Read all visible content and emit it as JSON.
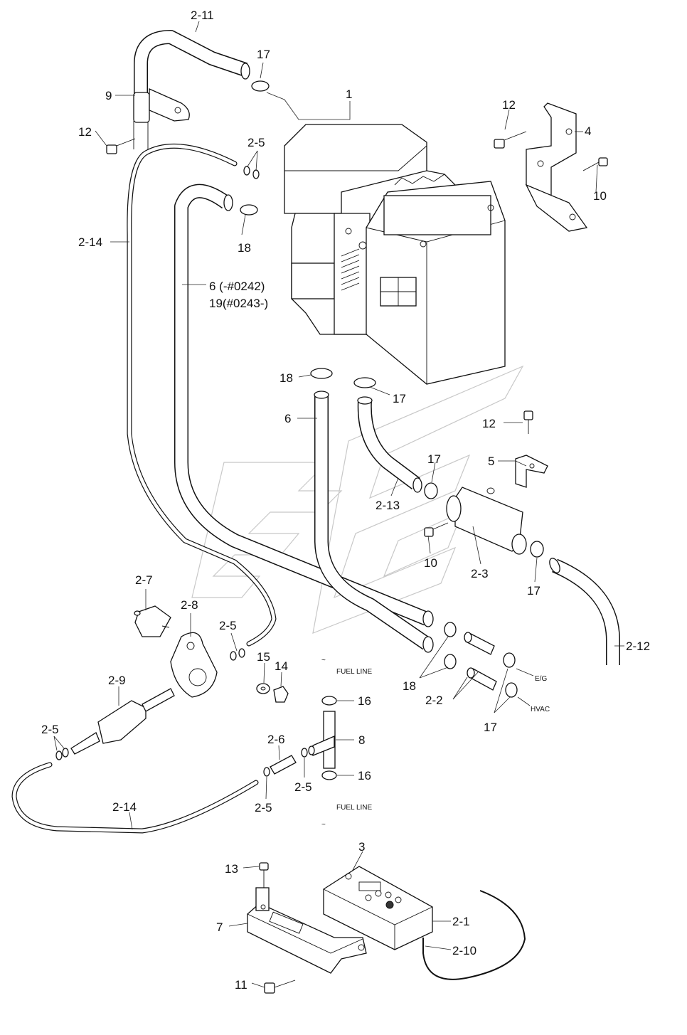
{
  "diagram": {
    "callouts": [
      {
        "id": "c-2-11",
        "text": "2-11"
      },
      {
        "id": "c-17-top",
        "text": "17"
      },
      {
        "id": "c-9",
        "text": "9"
      },
      {
        "id": "c-1",
        "text": "1"
      },
      {
        "id": "c-12-top",
        "text": "12"
      },
      {
        "id": "c-4",
        "text": "4"
      },
      {
        "id": "c-12-left",
        "text": "12"
      },
      {
        "id": "c-2-5-top",
        "text": "2-5"
      },
      {
        "id": "c-10-top",
        "text": "10"
      },
      {
        "id": "c-2-14-top",
        "text": "2-14"
      },
      {
        "id": "c-18-top",
        "text": "18"
      },
      {
        "id": "c-6-a",
        "text": "6 (-#0242)"
      },
      {
        "id": "c-19",
        "text": "19(#0243-)"
      },
      {
        "id": "c-18-mid",
        "text": "18"
      },
      {
        "id": "c-17-mid",
        "text": "17"
      },
      {
        "id": "c-6-b",
        "text": "6"
      },
      {
        "id": "c-12-right",
        "text": "12"
      },
      {
        "id": "c-17-right",
        "text": "17"
      },
      {
        "id": "c-5",
        "text": "5"
      },
      {
        "id": "c-2-13",
        "text": "2-13"
      },
      {
        "id": "c-10-mid",
        "text": "10"
      },
      {
        "id": "c-2-3",
        "text": "2-3"
      },
      {
        "id": "c-17-lower",
        "text": "17"
      },
      {
        "id": "c-2-12",
        "text": "2-12"
      },
      {
        "id": "c-2-7",
        "text": "2-7"
      },
      {
        "id": "c-2-8",
        "text": "2-8"
      },
      {
        "id": "c-2-5-mid",
        "text": "2-5"
      },
      {
        "id": "c-15",
        "text": "15"
      },
      {
        "id": "c-14",
        "text": "14"
      },
      {
        "id": "c-18-low",
        "text": "18"
      },
      {
        "id": "c-2-2",
        "text": "2-2"
      },
      {
        "id": "c-17-low",
        "text": "17"
      },
      {
        "id": "c-2-9",
        "text": "2-9"
      },
      {
        "id": "c-16-a",
        "text": "16"
      },
      {
        "id": "c-8",
        "text": "8"
      },
      {
        "id": "c-2-5-left",
        "text": "2-5"
      },
      {
        "id": "c-2-6",
        "text": "2-6"
      },
      {
        "id": "c-16-b",
        "text": "16"
      },
      {
        "id": "c-2-5-b1",
        "text": "2-5"
      },
      {
        "id": "c-2-14-bot",
        "text": "2-14"
      },
      {
        "id": "c-2-5-b2",
        "text": "2-5"
      },
      {
        "id": "c-3",
        "text": "3"
      },
      {
        "id": "c-13",
        "text": "13"
      },
      {
        "id": "c-7",
        "text": "7"
      },
      {
        "id": "c-2-1",
        "text": "2-1"
      },
      {
        "id": "c-2-10",
        "text": "2-10"
      },
      {
        "id": "c-11",
        "text": "11"
      }
    ],
    "small_labels": {
      "fuel_line_top": "FUEL LINE",
      "fuel_line_bottom": "FUEL LINE",
      "eg": "E/G",
      "hvac": "HVAC"
    },
    "colors": {
      "line": "#111111",
      "background": "#ffffff",
      "watermark": "#c8c8c8"
    }
  }
}
